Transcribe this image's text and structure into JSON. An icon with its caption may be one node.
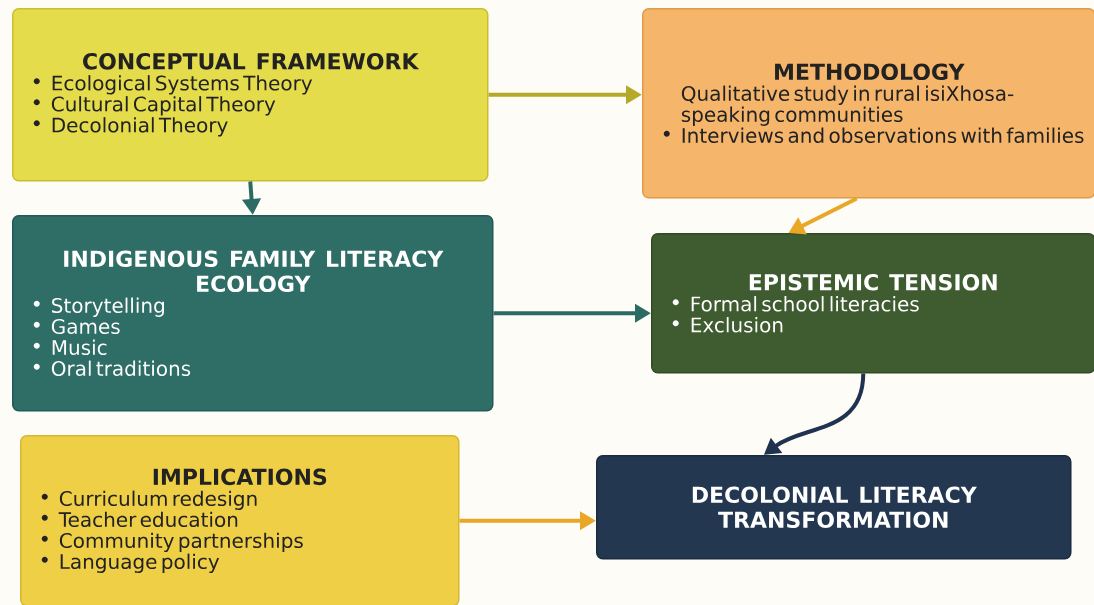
{
  "diagram": {
    "nodes": [
      {
        "text": [
          "CONCEPTUAL FRAMEWORK",
          "Ecological Systems Theory",
          "Cultural Capital Theory",
          "Decolonial Theory"
        ]
      },
      {
        "text": [
          "METHODOLOGY",
          "Qualitative study in rural isiXhosa-speaking communities",
          "Interviews and observations with families"
        ]
      },
      {
        "text": [
          "INDIGENOUS FAMILY LITERACY ECOLOGY",
          "Storytelling",
          "Games",
          "Music",
          "Oral traditions"
        ]
      },
      {
        "text": [
          "EPISTEMIC TENSION",
          "Formal school literacies",
          "Exclusion"
        ]
      },
      {
        "text": [
          "IMPLICATIONS",
          "Curriculum redesign",
          "Teacher education",
          "Community partnerships",
          "Language policy"
        ]
      },
      {
        "text": [
          "DECOLONIAL LITERACY TRANSFORMATION"
        ]
      }
    ],
    "edges": [
      {
        "from": 0,
        "to": 1,
        "arrow": "to",
        "color": "#b5a92a"
      },
      {
        "from": 0,
        "to": 2,
        "arrow": "to",
        "color": "#2b6b63"
      },
      {
        "from": 1,
        "to": 3,
        "arrow": "to",
        "color": "#e8a825"
      },
      {
        "from": 2,
        "to": 3,
        "arrow": "to",
        "color": "#2b6b63"
      },
      {
        "from": 3,
        "to": 5,
        "arrow": "to",
        "color": "#1f3350"
      },
      {
        "from": 4,
        "to": 5,
        "arrow": "to",
        "color": "#e8a825"
      }
    ]
  }
}
